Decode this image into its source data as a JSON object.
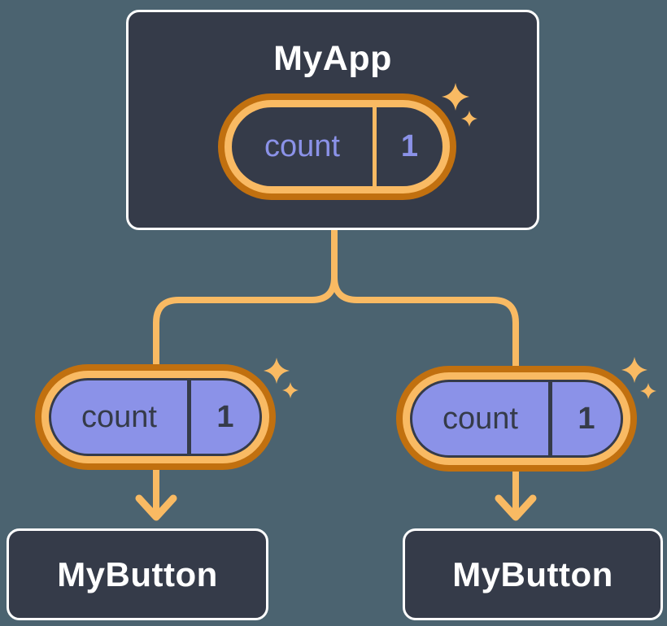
{
  "colors": {
    "bg": "#4b6370",
    "node_fill": "#353b49",
    "node_border": "#ffffff",
    "accent_light": "#f9ba63",
    "accent_dark": "#c1700f",
    "purple": "#8b92e8"
  },
  "tree": {
    "root": {
      "label": "MyApp",
      "state": {
        "name": "count",
        "value": "1"
      }
    },
    "children": [
      {
        "label": "MyButton",
        "prop": {
          "name": "count",
          "value": "1"
        }
      },
      {
        "label": "MyButton",
        "prop": {
          "name": "count",
          "value": "1"
        }
      }
    ]
  }
}
